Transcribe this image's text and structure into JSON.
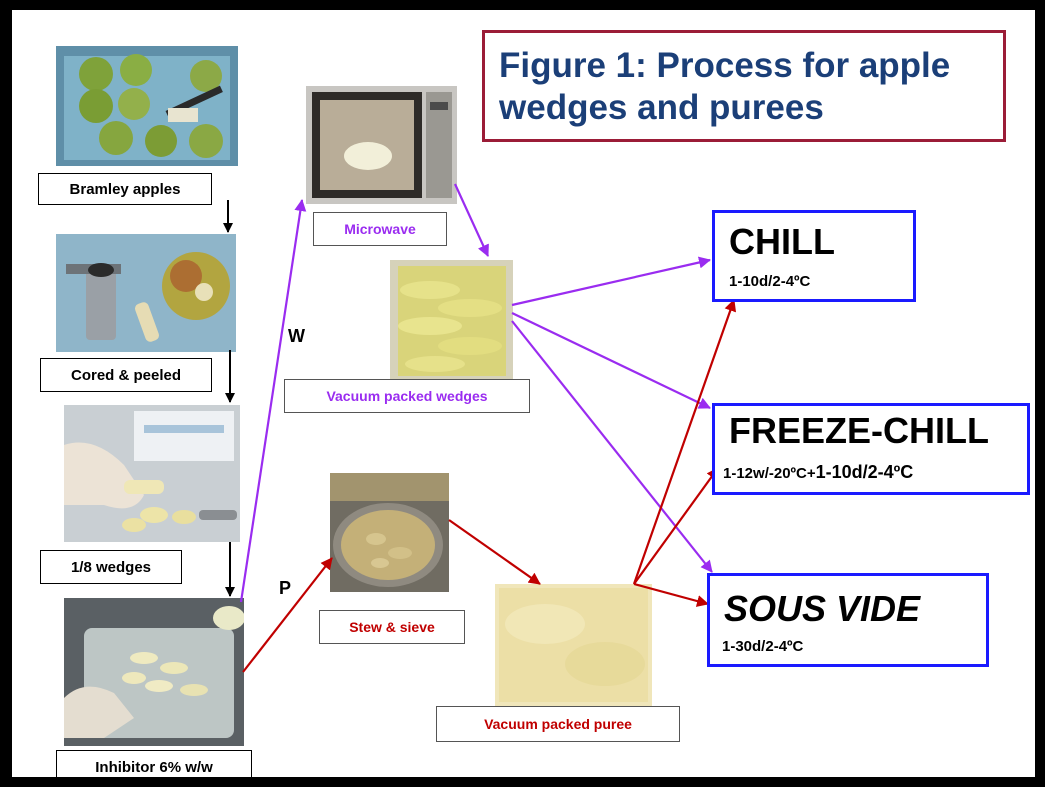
{
  "title": "Figure 1: Process for apple wedges and purees",
  "title_line1": "Figure 1: Process for apple",
  "title_line2": "wedges and purees",
  "steps": {
    "bramley": "Bramley apples",
    "cored": "Cored & peeled",
    "wedges": "1/8 wedges",
    "inhibitor": "Inhibitor 6% w/w"
  },
  "wedge_route": {
    "letter": "W",
    "microwave": "Microwave",
    "packed": "Vacuum packed wedges"
  },
  "puree_route": {
    "letter": "P",
    "stew": "Stew & sieve",
    "packed": "Vacuum packed puree"
  },
  "outputs": {
    "chill": {
      "name": "CHILL",
      "detail": "1-10d/2-4ºC"
    },
    "freeze_chill": {
      "name": "FREEZE-CHILL",
      "detail_a": "1-12w/-20ºC+",
      "detail_b": "1-10d/2-4ºC"
    },
    "sous_vide": {
      "name": "SOUS VIDE",
      "detail": "1-30d/2-4ºC"
    }
  },
  "colors": {
    "wedge_arrow": "#9a2cf0",
    "puree_arrow": "#c00000",
    "title_text": "#1b3f78",
    "title_border": "#9b1c37",
    "output_border": "#1a1aff"
  }
}
